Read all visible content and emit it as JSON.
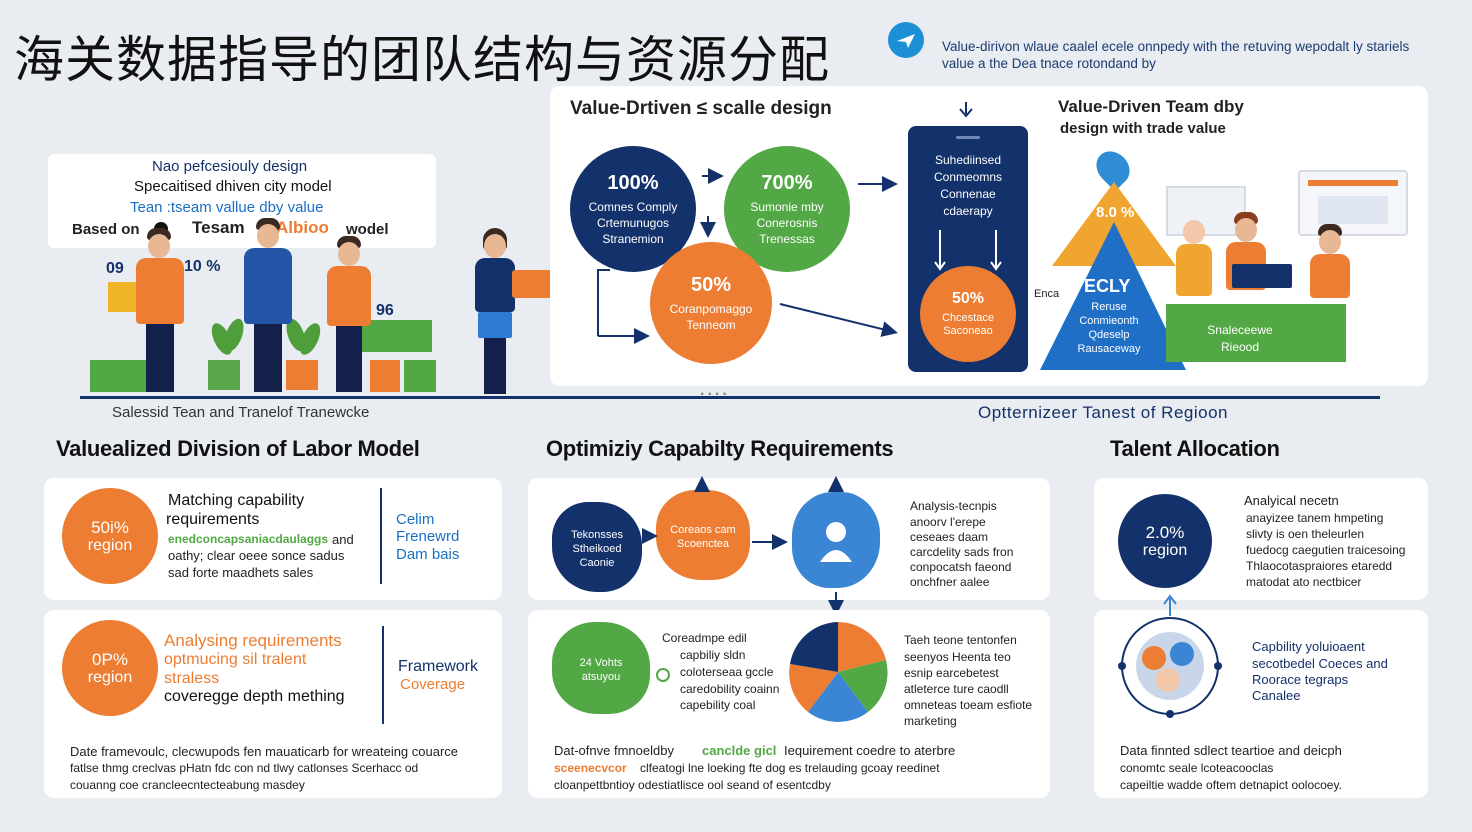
{
  "header": {
    "title": "海关数据指导的团队结构与资源分配",
    "tagline": "Value-dirivon wlaue caalel ecele onnpedy with the retuving wepodalt ly stariels value a the Dea tnace rotondand by",
    "icon": "paper-plane-icon"
  },
  "hero_left": {
    "line1": "Nao pefcesiouly design",
    "line2": "Specaitised dhiven city model",
    "line3": "Tean :tseam vallue dby value",
    "line4_a": "Based on",
    "line4_b": "Tesam",
    "line4_c": "Albioo",
    "line4_d": "wodel",
    "num1": "09",
    "num2": "10 %",
    "num3": "96",
    "caption": "Salessid Tean and Tranelof Tranewcke"
  },
  "hero_panel": {
    "title_left": "Value-Drtiven ≤ scalle design",
    "title_right_1": "Value-Driven Team dby",
    "title_right_2": "design with trade value",
    "circles": [
      {
        "big": "100%",
        "small": "Comnes Comply Crtemunugos Stranemion"
      },
      {
        "big": "700%",
        "small": "Sumonie mby Conerosnis Trenessas"
      },
      {
        "big": "50%",
        "small": "Coranpomaggo Tenneom"
      }
    ],
    "phone_text": "Suhediinsed Conmeomns Connenae cdaerapy",
    "phone_circle_big": "50%",
    "phone_circle_small": "Chcestace Saconeao",
    "pyramid_top": "8.0 %",
    "pyramid_mid_big": "ECLY",
    "pyramid_mid_small": "Reruse Conmieonth Qdeselp Rausaceway",
    "pyramid_side": "Enca",
    "green_block": "Snaleceewe Rieood",
    "dots": "....",
    "caption": "Optternizeer Tanest of Regioon"
  },
  "sections": {
    "left_heading": "Valuealized Division of Labor Model",
    "mid_heading": "Optimiziy Capabilty Requirements",
    "right_heading": "Talent Allocation"
  },
  "card_l1": {
    "circle_big": "50i%",
    "circle_small": "region",
    "title_1": "Matching capability",
    "title_2": "requirements",
    "green_line": "enedconcapsaniacdaulaggs",
    "green_tail": "and",
    "body_1": "oathy; clear oeee sonce sadus",
    "body_2": "sad forte maadhets sales",
    "side_1": "Celim",
    "side_2": "Frenewrd",
    "side_3": "Dam bais"
  },
  "card_l2": {
    "circle_big": "0P%",
    "circle_small": "region",
    "title_1": "Analysing requirements",
    "title_2": "optmucing sil tralent",
    "title_3": "straless",
    "title_4": "coveregge depth mething",
    "side_1": "Framework",
    "side_2": "Coverage",
    "foot_1": "Date framevoulc, clecwupods fen mauaticarb for wreateing couarce",
    "foot_2": "fatlse thmg creclvas pHatn fdc con nd tlwy catlonses Scerhacc od",
    "foot_3": "couanng coe crancleecntecteabung masdey"
  },
  "card_m1": {
    "blob_navy": "Tekonsses Stheikoed Caonie",
    "blob_orange": "Coreaos cam Scoenctea",
    "text_1": "Analysis-tecnpis",
    "text_2": "anoorv l'erepe",
    "text_3": "ceseaes daam",
    "text_4": "carcdelity sads fron",
    "text_5": "conpocatsh faeond",
    "text_6": "onchfner aalee"
  },
  "card_m2": {
    "blob_green": "24 Vohts atsuyou",
    "text_a1": "Coreadmpe edil",
    "text_a2": "capbiliy sldn",
    "text_a3": "coloterseaa gccle",
    "text_a4": "caredobility coainn",
    "text_a5": "capebility coal",
    "text_b1": "Taeh teone tentonfen",
    "text_b2": "seenyos Heenta teo",
    "text_b3": "esnip earcebetest",
    "text_b4": "atleterce ture caodll",
    "text_b5": "omneteas toeam esfiote",
    "text_b6": "marketing",
    "foot_1a": "Dat-ofnve fmnoeldby",
    "foot_1b": "canclde gicl",
    "foot_1c": "Iequirement coedre to aterbre",
    "foot_2a": "sceenecvcor",
    "foot_2b": "clfeatogi lne loeking fte dog es trelauding gcoay reedinet",
    "foot_3": "cloanpettbntioy odestiatlisce ool seand of esentcdby"
  },
  "card_r1": {
    "circle_big": "2.0%",
    "circle_small": "region",
    "title": "Analyical necetn",
    "body_1": "anayizee tanem hmpeting",
    "body_2": "slivty is oen theleurlen",
    "body_3": "fuedocg caegutien traicesoing",
    "body_4": "Thlaocotaspraiores etaredd",
    "body_5": "matodat ato nectbicer"
  },
  "card_r2": {
    "title_1": "Capbility yoluioaent",
    "title_2": "secotbedel Coeces and",
    "title_3": "Roorace tegraps",
    "title_4": "Canalee",
    "foot_1": "Data finnted sdlect teartioe and deicph",
    "foot_2": "conomtc seale lcoteacooclas",
    "foot_3": "capeiltie wadde oftem detnapict oolocoey."
  },
  "colors": {
    "navy": "#13316a",
    "green": "#52a844",
    "orange": "#ec7d32",
    "blue": "#3b86d4",
    "background": "#e9ecf1"
  }
}
